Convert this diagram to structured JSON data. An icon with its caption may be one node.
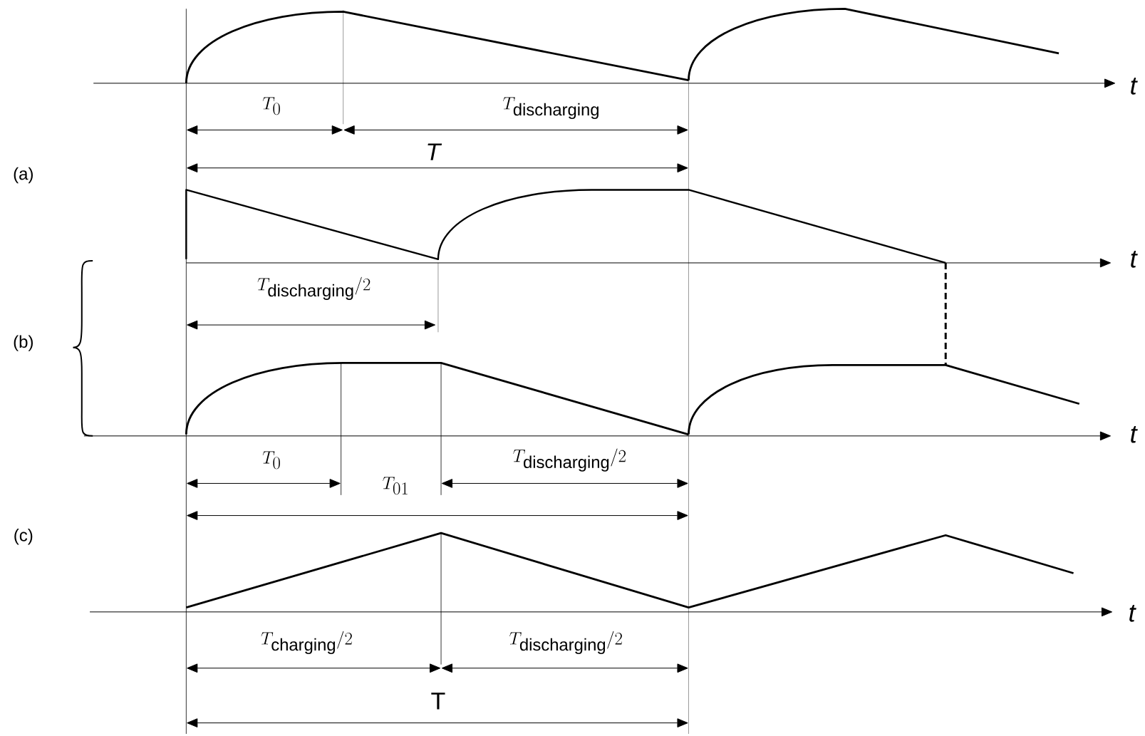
{
  "diagram": {
    "labels": [
      "T_{0}",
      "T_{\\mathrm{discharging}}",
      "T",
      "(a)",
      "T_{\\mathrm{discharging}}/2",
      "(b)",
      "T_{0}",
      "T_{01}",
      "T_{\\mathrm{discharging}}/2",
      "(c)",
      "T_{\\mathrm{charging}}/2",
      "T_{\\mathrm{discharging}}/2",
      "T",
      "t",
      "t",
      "t",
      "t"
    ]
  }
}
